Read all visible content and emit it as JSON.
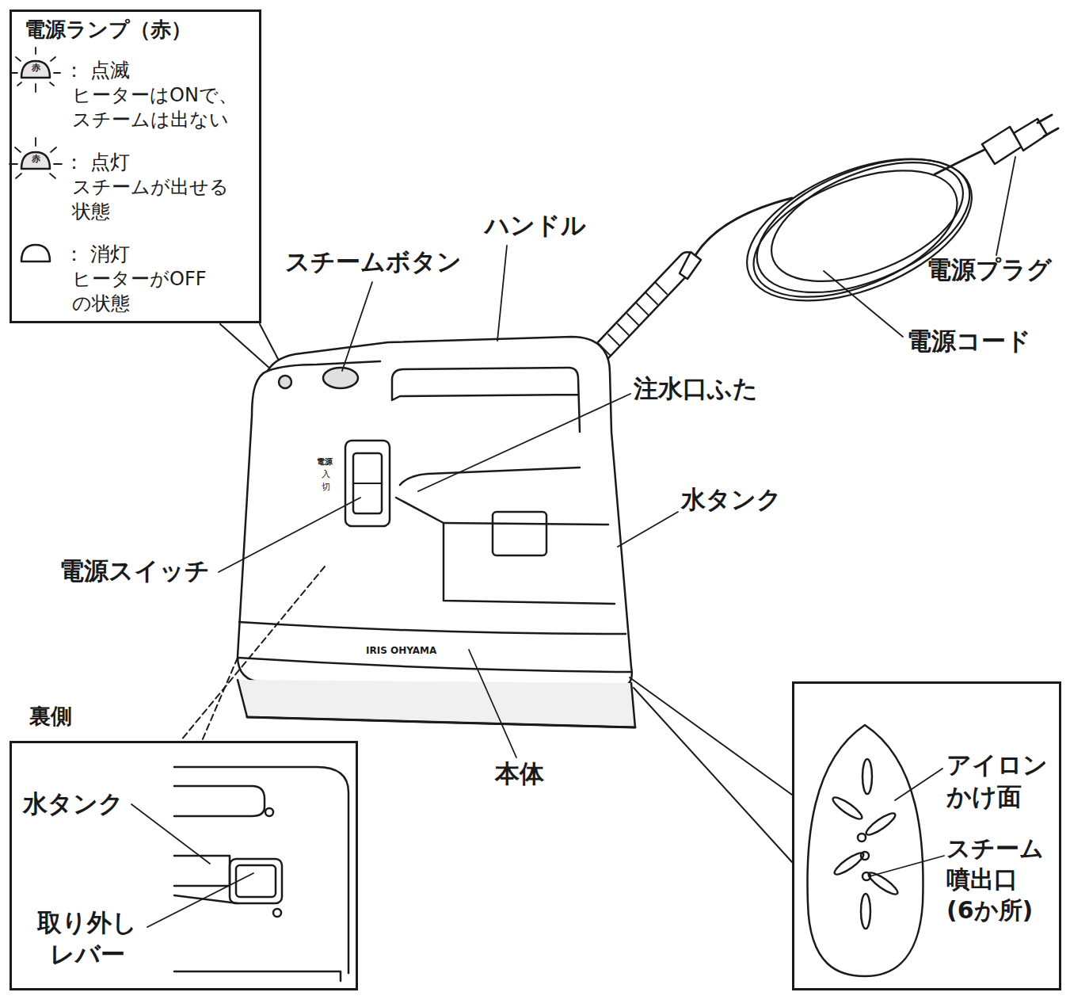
{
  "diagram": {
    "nodes": [
      {
        "text": [
          "電源ランプ（赤）",
          "： 点滅",
          "ヒーターはONで、 スチームは出ない",
          "： 点灯",
          "スチームが出せる 状態",
          "： 消灯",
          "ヒーターがOFF の状態"
        ]
      },
      {
        "text": [
          "裏側",
          "水タンク",
          "取り外し レバー"
        ]
      },
      {
        "text": [
          "アイロン かけ面",
          "スチーム 噴出口 (6か所)"
        ]
      }
    ],
    "labels": [
      "赤",
      "赤",
      "スチームボタン",
      "ハンドル",
      "電源プラグ",
      "電源コード",
      "注水口ふた",
      "水タンク",
      "電源スイッチ",
      "電源",
      "入",
      "切",
      "IRIS OHYAMA",
      "本体"
    ]
  }
}
